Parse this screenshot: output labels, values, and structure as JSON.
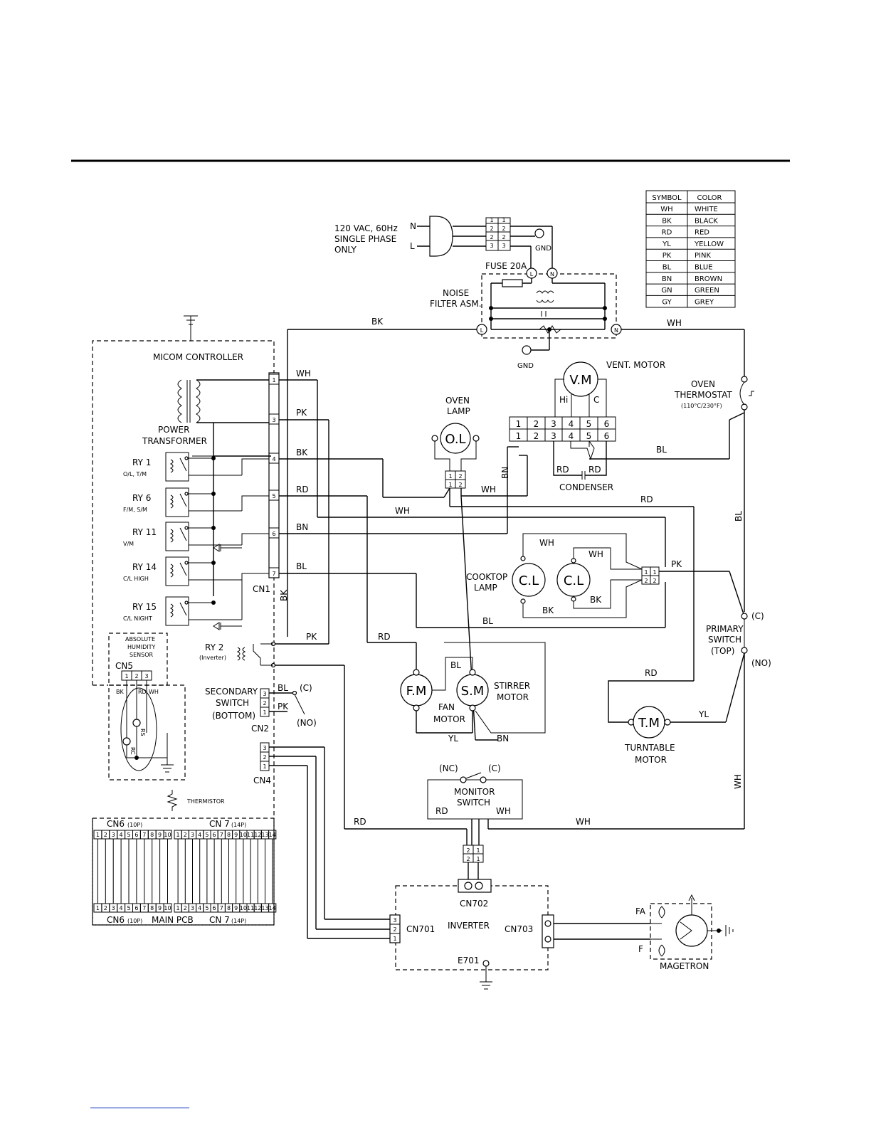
{
  "legend": {
    "header": [
      "SYMBOL",
      "COLOR"
    ],
    "rows": [
      [
        "WH",
        "WHITE"
      ],
      [
        "BK",
        "BLACK"
      ],
      [
        "RD",
        "RED"
      ],
      [
        "YL",
        "YELLOW"
      ],
      [
        "PK",
        "PINK"
      ],
      [
        "BL",
        "BLUE"
      ],
      [
        "BN",
        "BROWN"
      ],
      [
        "GN",
        "GREEN"
      ],
      [
        "GY",
        "GREY"
      ]
    ]
  },
  "supply": {
    "line1": "120 VAC, 60Hz",
    "line2": "SINGLE PHASE",
    "line3": "ONLY",
    "n": "N",
    "l": "L",
    "gnd": "GND"
  },
  "fuse": "FUSE 20A",
  "noise_filter": {
    "line1": "NOISE",
    "line2": "FILTER ASM."
  },
  "gnd2": "GND",
  "micom": {
    "title": "MICOM CONTROLLER",
    "transformer": [
      "POWER",
      "TRANSFORMER"
    ],
    "relays": [
      {
        "name": "RY 1",
        "sub": "O/L, T/M"
      },
      {
        "name": "RY 6",
        "sub": "F/M, S/M"
      },
      {
        "name": "RY 11",
        "sub": "V/M"
      },
      {
        "name": "RY 14",
        "sub": "C/L HIGH"
      },
      {
        "name": "RY 15",
        "sub": "C/L NIGHT"
      }
    ],
    "cn1": "CN1",
    "cn1_pins": [
      "1",
      "3",
      "4",
      "5",
      "6",
      "7"
    ],
    "ry2": {
      "name": "RY 2",
      "sub": "(Inverter)"
    },
    "humidity": {
      "line1": "ABSOLUTE",
      "line2": "HUMIDITY",
      "line3": "SENSOR",
      "cn": "CN5",
      "pins": [
        "1",
        "2",
        "3"
      ],
      "wires": [
        "BK",
        "RD",
        "WH"
      ],
      "rs": "RS",
      "rc": "RC"
    },
    "thermistor": "THERMISTOR",
    "secondary": {
      "line1": "SECONDARY",
      "line2": "SWITCH",
      "line3": "(BOTTOM)",
      "cn": "CN2",
      "pins": [
        "3",
        "2",
        "1"
      ],
      "c": "(C)",
      "no": "(NO)"
    },
    "cn4": {
      "name": "CN4",
      "pins": [
        "3",
        "2",
        "1"
      ]
    },
    "cn6_label": "CN6",
    "cn6_size": "(10P)",
    "cn7_label": "CN 7",
    "cn7_size": "(14P)",
    "main_pcb": "MAIN PCB",
    "cn6_pins": [
      "1",
      "2",
      "3",
      "4",
      "5",
      "6",
      "7",
      "8",
      "9",
      "10"
    ],
    "cn7_pins": [
      "1",
      "2",
      "3",
      "4",
      "5",
      "6",
      "7",
      "8",
      "9",
      "10",
      "11",
      "12",
      "13",
      "14"
    ]
  },
  "wires": {
    "bk_top": "BK",
    "wh_top": "WH",
    "wh1": "WH",
    "pk3": "PK",
    "bk4": "BK",
    "rd5": "RD",
    "bn6": "BN",
    "bl7": "BL",
    "bk_vert": "BK",
    "pk_ry2": "PK",
    "wh_mid": "WH",
    "wh_lamp": "WH",
    "bn_vert": "BN",
    "bl_cond": "BL",
    "rd_right": "RD",
    "bl_right": "BL",
    "pk_cook": "PK",
    "bl_cook": "BL",
    "rd_fm": "RD",
    "bl_fm": "BL",
    "yl_fm": "YL",
    "bn_sm": "BN",
    "rd_tm": "RD",
    "yl_tm": "YL",
    "rd_mon": "RD",
    "wh_mon": "WH",
    "rd_bottom": "RD",
    "wh_bottom": "WH",
    "wh_right": "WH",
    "bl_sec": "BL",
    "pk_sec": "PK",
    "wh_cl1": "WH",
    "wh_cl2": "WH",
    "bk_cl1": "BK",
    "bk_cl2": "BK"
  },
  "vent_motor": {
    "symbol": "V.M",
    "label": "VENT. MOTOR",
    "hi": "Hi",
    "c": "C"
  },
  "terminal": {
    "top": [
      "1",
      "2",
      "3",
      "4",
      "5",
      "6"
    ],
    "bottom": [
      "1",
      "2",
      "3",
      "4",
      "5",
      "6"
    ]
  },
  "condenser": {
    "label": "CONDENSER",
    "rd1": "RD",
    "rd2": "RD"
  },
  "oven_lamp": {
    "line1": "OVEN",
    "line2": "LAMP",
    "symbol": "O.L",
    "pins": [
      "1",
      "2",
      "1",
      "2"
    ]
  },
  "oven_thermostat": {
    "line1": "OVEN",
    "line2": "THERMOSTAT",
    "line3": "(110°C/230°F)"
  },
  "cooktop": {
    "line1": "COOKTOP",
    "line2": "LAMP",
    "symbol": "C.L",
    "pins": [
      "1",
      "1",
      "2",
      "2"
    ]
  },
  "fan_motor": {
    "symbol": "F.M",
    "line1": "FAN",
    "line2": "MOTOR"
  },
  "stirrer_motor": {
    "symbol": "S.M",
    "line1": "STIRRER",
    "line2": "MOTOR"
  },
  "primary": {
    "line1": "PRIMARY",
    "line2": "SWITCH",
    "line3": "(TOP)",
    "c": "(C)",
    "no": "(NO)"
  },
  "turntable": {
    "symbol": "T.M",
    "line1": "TURNTABLE",
    "line2": "MOTOR"
  },
  "monitor": {
    "line1": "MONITOR",
    "line2": "SWITCH",
    "nc": "(NC)",
    "c": "(C)"
  },
  "conn_mid": {
    "pins": [
      "2",
      "1",
      "2",
      "1"
    ]
  },
  "inverter": {
    "label": "INVERTER",
    "cn701": "CN701",
    "cn702": "CN702",
    "cn703": "CN703",
    "e701": "E701",
    "cn701_pins": [
      "3",
      "2",
      "1"
    ]
  },
  "magnetron": {
    "label": "MAGETRON",
    "fa": "FA",
    "f": "F"
  }
}
